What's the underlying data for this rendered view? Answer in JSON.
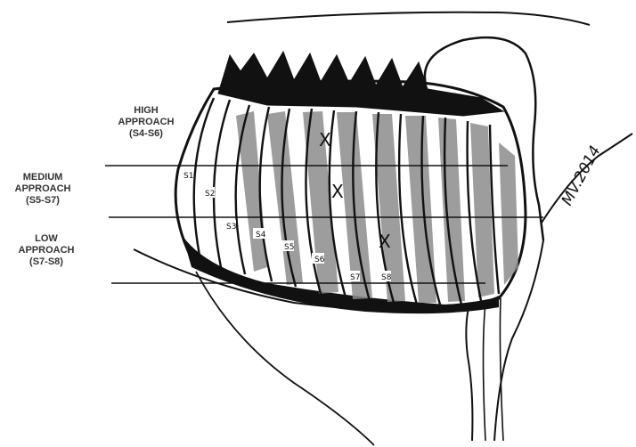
{
  "approaches": [
    {
      "title_line1": "HIGH",
      "title_line2": "APPROACH",
      "range": "(S4-S6)"
    },
    {
      "title_line1": "MEDIUM",
      "title_line2": "APPROACH",
      "range": "(S5-S7)"
    },
    {
      "title_line1": "LOW",
      "title_line2": "APPROACH",
      "range": "(S7-S8)"
    }
  ],
  "segments": [
    "S1",
    "S2",
    "S3",
    "S4",
    "S5",
    "S6",
    "S7",
    "S8"
  ],
  "markers": [
    "X",
    "X",
    "X"
  ],
  "signature": "MV.2014",
  "colors": {
    "ink": "#111111",
    "shade": "#8c8c8c",
    "label": "#333333"
  }
}
